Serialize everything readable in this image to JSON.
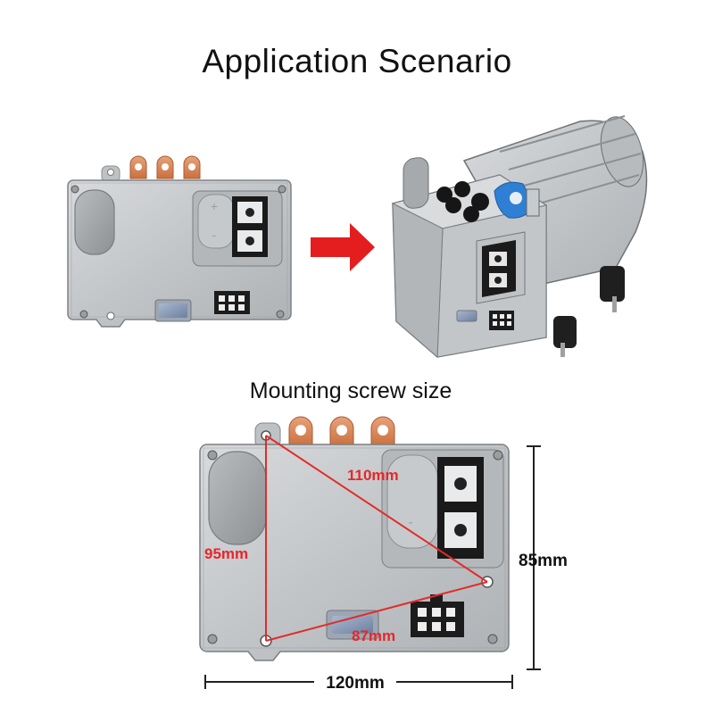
{
  "title": "Application  Scenario",
  "subtitle": "Mounting screw size",
  "device_labels": {
    "plus": "+",
    "minus": "-"
  },
  "dimensions": {
    "diagonal": "110mm",
    "left_vertical": "95mm",
    "bottom_diagonal": "87mm",
    "height": "85mm",
    "width": "120mm"
  },
  "colors": {
    "arrow": "#e41e1e",
    "measure_line": "#e32b2b",
    "measure_text": "#e8262a",
    "housing": "#c9ccce",
    "copper": "#d6895a"
  }
}
